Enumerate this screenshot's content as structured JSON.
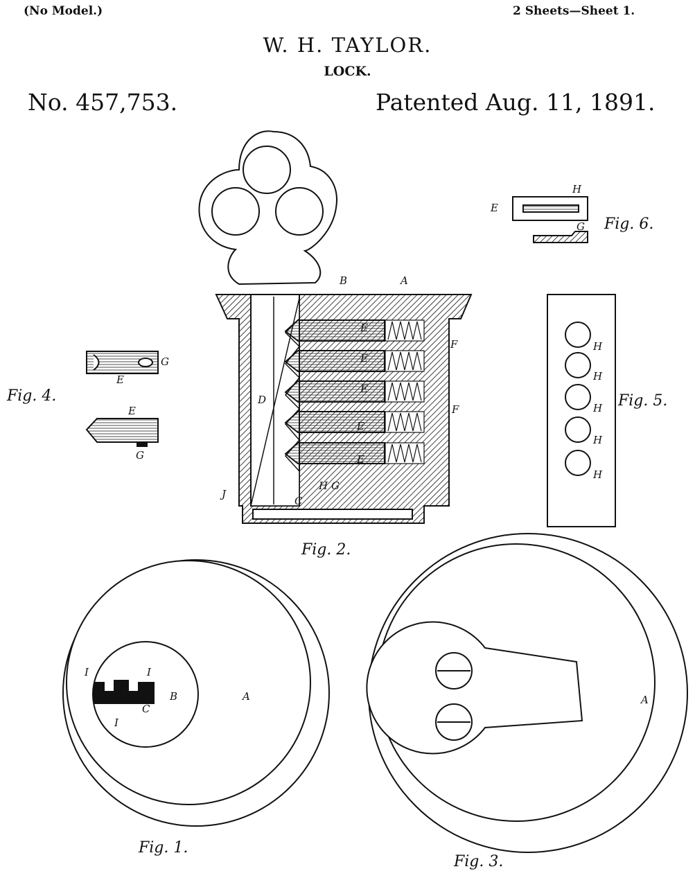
{
  "header": {
    "no_model": "(No Model.)",
    "sheets": "2 Sheets—Sheet 1.",
    "inventor": "W. H. TAYLOR.",
    "title": "LOCK.",
    "patent_number": "No. 457,753.",
    "patent_date": "Patented Aug. 11, 1891."
  },
  "figures": {
    "fig1": "Fig. 1.",
    "fig2": "Fig. 2.",
    "fig3": "Fig. 3.",
    "fig4": "Fig. 4.",
    "fig5": "Fig. 5.",
    "fig6": "Fig. 6."
  },
  "labels": {
    "A": "A",
    "B": "B",
    "C": "C",
    "D": "D",
    "E": "E",
    "F": "F",
    "G": "G",
    "H": "H",
    "I": "I",
    "J": "J"
  }
}
